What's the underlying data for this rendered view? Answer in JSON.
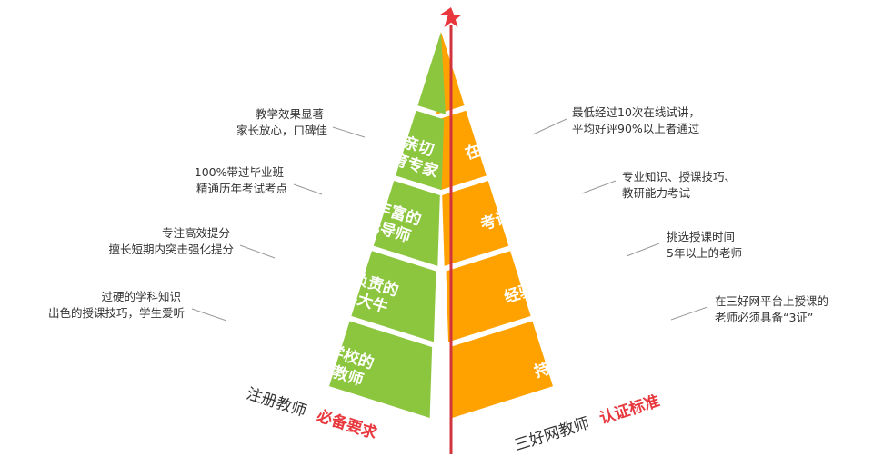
{
  "colors": {
    "orange": "#ffa200",
    "green": "#8cc63f",
    "accent_red": "#e8383d",
    "center_line": "#d0343c",
    "star": "#e8383d",
    "leader": "#9a9a9a"
  },
  "star_icon": "star-icon",
  "left": {
    "caption_main": "注册教师",
    "caption_accent": "必备要求",
    "tiers": [
      {
        "line1": "幽默亲切",
        "line2": "的教育专家"
      },
      {
        "line1": "经验丰富的",
        "line2": "状元导师"
      },
      {
        "line1": "认真负责的",
        "line2": "学科大牛"
      },
      {
        "line1": "重点学校的",
        "line2": "特级教师"
      }
    ],
    "notes": [
      {
        "line1": "教学效果显著",
        "line2": "家长放心，口碑佳"
      },
      {
        "line1": "100%带过毕业班",
        "line2": "精通历年考试考点"
      },
      {
        "line1": "专注高效提分",
        "line2": "擅长短期内突击强化提分"
      },
      {
        "line1": "过硬的学科知识",
        "line2": "出色的授课技巧，学生爱听"
      }
    ]
  },
  "right": {
    "caption_main": "三好网教师",
    "caption_accent": "认证标准",
    "tiers": [
      {
        "label": "在线试讲"
      },
      {
        "label": "考试选拔"
      },
      {
        "label": "经验丰富"
      },
      {
        "label": "持证上岗"
      }
    ],
    "notes": [
      {
        "line1": "最低经过10次在线试讲，",
        "line2": "平均好评90%以上者通过"
      },
      {
        "line1": "专业知识、授课技巧、",
        "line2": "教研能力考试"
      },
      {
        "line1": "挑选授课时间",
        "line2": "5年以上的老师"
      },
      {
        "line1": "在三好网平台上授课的",
        "line2": "老师必须具备“3证”"
      }
    ]
  }
}
